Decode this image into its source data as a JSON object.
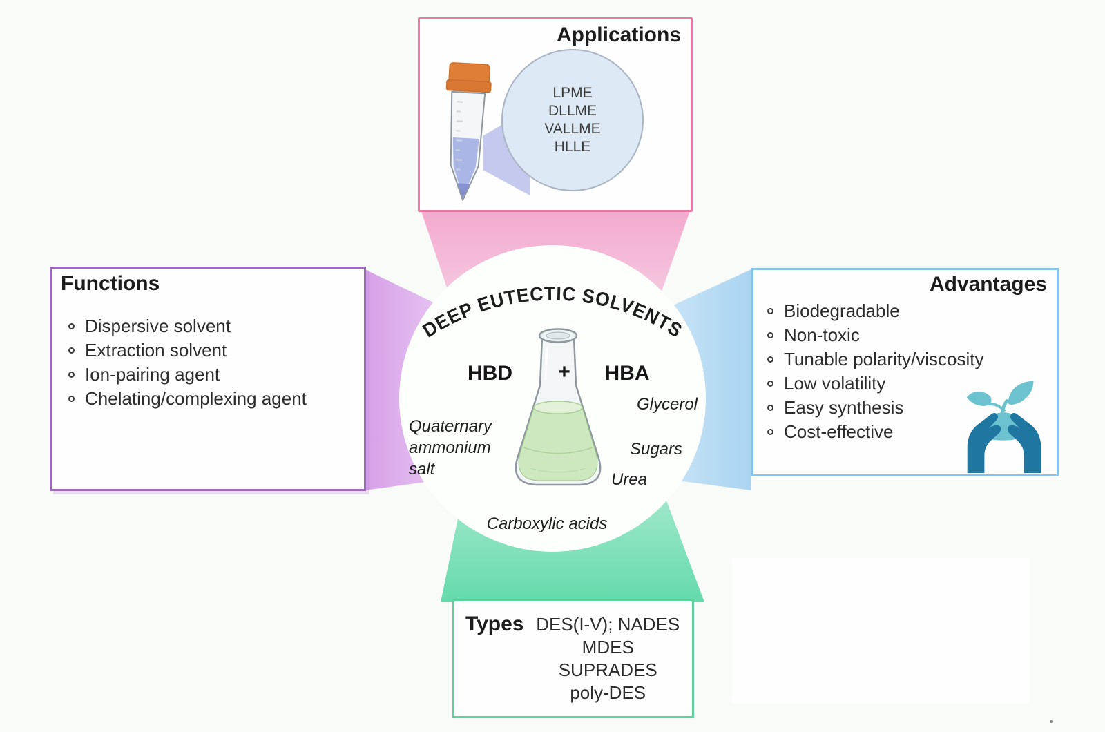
{
  "diagram": {
    "arc_title": "DEEP EUTECTIC SOLVENTS",
    "center": {
      "hbd_label": "HBD",
      "plus_sign": "+",
      "hba_label": "HBA",
      "hbd_example": "Quaternary ammonium salt",
      "hba_examples": [
        "Glycerol",
        "Sugars",
        "Urea",
        "Carboxylic acids"
      ]
    },
    "applications": {
      "title": "Applications",
      "methods": [
        "LPME",
        "DLLME",
        "VALLME",
        "HLLE"
      ]
    },
    "functions": {
      "title": "Functions",
      "items": [
        "Dispersive solvent",
        "Extraction solvent",
        "Ion-pairing agent",
        "Chelating/complexing agent"
      ]
    },
    "advantages": {
      "title": "Advantages",
      "items": [
        "Biodegradable",
        "Non-toxic",
        "Tunable polarity/viscosity",
        "Low volatility",
        "Easy synthesis",
        "Cost-effective"
      ]
    },
    "types": {
      "title": "Types",
      "items": [
        "DES(I-V); NADES",
        "MDES",
        "SUPRADES",
        "poly-DES"
      ]
    },
    "colors": {
      "applications_border": "#e87ba4",
      "functions_border": "#9a69b8",
      "advantages_border": "#85c4e8",
      "types_border": "#5ecf9d",
      "wedge_pink": "#f2a9cd",
      "wedge_purple": "#d79fe8",
      "wedge_blue": "#a9d4f0",
      "wedge_green": "#64daab",
      "flask_liquid": "#cde8bf",
      "tube_cap": "#df7f37",
      "tube_liquid": "#abb5e6",
      "bubble_fill": "#dde9f5",
      "hands_dark": "#1f76a0",
      "plant_light": "#6cc3cf"
    }
  }
}
